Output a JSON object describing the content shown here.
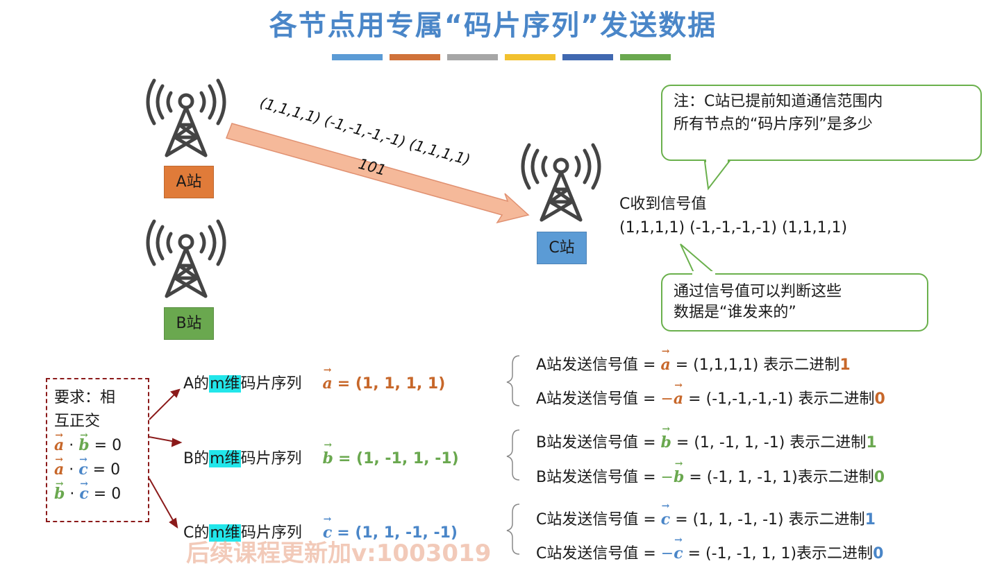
{
  "title": "各节点用专属“码片序列”发送数据",
  "watermark_top": "",
  "watermark_top_sub": "",
  "title_bar_colors": [
    "#5b9bd5",
    "#d0723a",
    "#a6a6a6",
    "#f2c12e",
    "#4068b0",
    "#6aa84f"
  ],
  "stations": {
    "a": {
      "label": "A站",
      "color": "#e07b39"
    },
    "b": {
      "label": "B站",
      "color": "#6aa84f"
    },
    "c": {
      "label": "C站",
      "color": "#5b9bd5"
    }
  },
  "transmission": {
    "sequence": "(1,1,1,1) (-1,-1,-1,-1) (1,1,1,1)",
    "bits": "101"
  },
  "note_callout": {
    "line1": "注：C站已提前知道通信范围内",
    "line2": "所有节点的“码片序列”是多少"
  },
  "received": {
    "line1": "C收到信号值",
    "line2": "(1,1,1,1) (-1,-1,-1,-1) (1,1,1,1)"
  },
  "judge_callout": {
    "line1": "通过信号值可以判断这些",
    "line2": "数据是“谁发来的”"
  },
  "requirement": {
    "line1": "要求：相",
    "line2": "互正交",
    "dot_ab": "= 0",
    "dot_ac": "= 0",
    "dot_bc": "= 0"
  },
  "chips": [
    {
      "prefix": "A的",
      "m": "m维",
      "suffix": "码片序列",
      "vec": "a",
      "value": "= (1, 1, 1, 1)"
    },
    {
      "prefix": "B的",
      "m": "m维",
      "suffix": "码片序列",
      "vec": "b",
      "value": "= (1, -1, 1, -1)"
    },
    {
      "prefix": "C的",
      "m": "m维",
      "suffix": "码片序列",
      "vec": "c",
      "value": "= (1, 1, -1, -1)"
    }
  ],
  "sends": {
    "a1": {
      "prefix": "A站发送信号值 = ",
      "mid": " =  (1,1,1,1) 表示二进制",
      "bin": "1"
    },
    "a0": {
      "prefix": "A站发送信号值 = ",
      "mid": " = (-1,-1,-1,-1) 表示二进制",
      "bin": "0"
    },
    "b1": {
      "prefix": "B站发送信号值 = ",
      "mid": " = (1, -1, 1, -1) 表示二进制",
      "bin": "1"
    },
    "b0": {
      "prefix": "B站发送信号值 = ",
      "mid": " = (-1, 1, -1, 1)表示二进制",
      "bin": "0"
    },
    "c1": {
      "prefix": "C站发送信号值 = ",
      "mid": " = (1, 1, -1, -1) 表示二进制",
      "bin": "1"
    },
    "c0": {
      "prefix": "C站发送信号值 = ",
      "mid": " = (-1, -1, 1, 1)表示二进制",
      "bin": "0"
    }
  },
  "vector_letters": {
    "a": "a",
    "b": "b",
    "c": "c"
  },
  "neg_sign": "−",
  "dot": "·",
  "watermark_bottom": "后续课程更新加v:1003019"
}
